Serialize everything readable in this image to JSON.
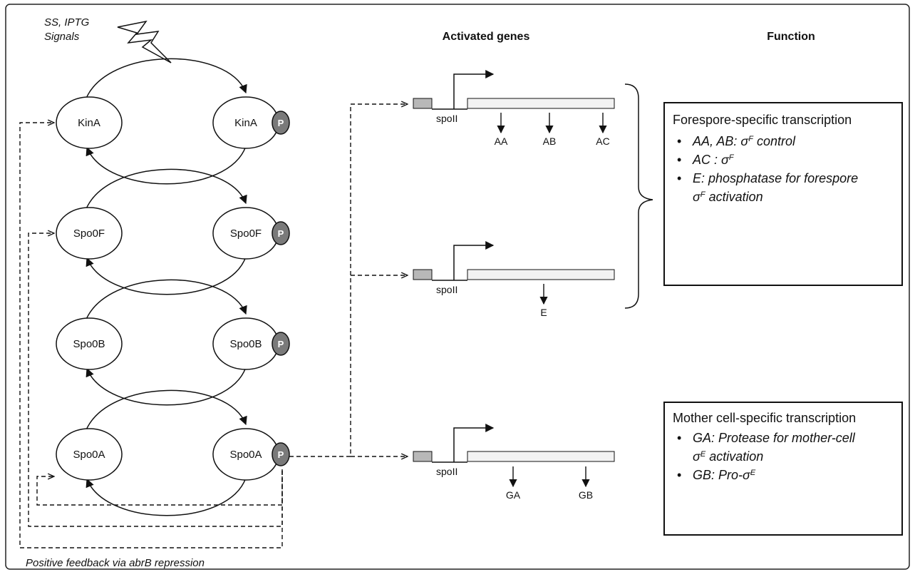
{
  "signal_text": {
    "line1": "SS, IPTG",
    "line2": "Signals"
  },
  "headers": {
    "activated_genes": "Activated genes",
    "function": "Function"
  },
  "nodes": {
    "kinA_left": "KinA",
    "kinA_right": "KinA",
    "spo0F_left": "Spo0F",
    "spo0F_right": "Spo0F",
    "spo0B_left": "Spo0B",
    "spo0B_right": "Spo0B",
    "spo0A_left": "Spo0A",
    "spo0A_right": "Spo0A",
    "phospho": "P"
  },
  "operons": {
    "promoter_label": "spoII",
    "op1_genes": [
      "AA",
      "AB",
      "AC"
    ],
    "op2_genes": [
      "E"
    ],
    "op3_genes": [
      "GA",
      "GB"
    ]
  },
  "boxes": {
    "forespore": {
      "title": "Forespore-specific transcription",
      "item1_text": "AA, AB: ",
      "item1_suffix": " control",
      "item2_text": "AC : ",
      "item3_line1": "E: phosphatase for forespore",
      "item3_line2_suffix": "  activation",
      "sigma": "σ",
      "sup": "F"
    },
    "mother": {
      "title": "Mother cell-specific transcription",
      "item1_line1": "GA: Protease for mother-cell",
      "item1_line2_suffix": " activation",
      "item2_text": "GB: Pro-",
      "sigma": "σ",
      "sup": "E"
    }
  },
  "footer": "Positive feedback via abrB repression",
  "colors": {
    "phospho_fill": "#7a7a7a",
    "promoter_fill": "#b8b8b8",
    "gene_fill": "#f2f2f2"
  }
}
